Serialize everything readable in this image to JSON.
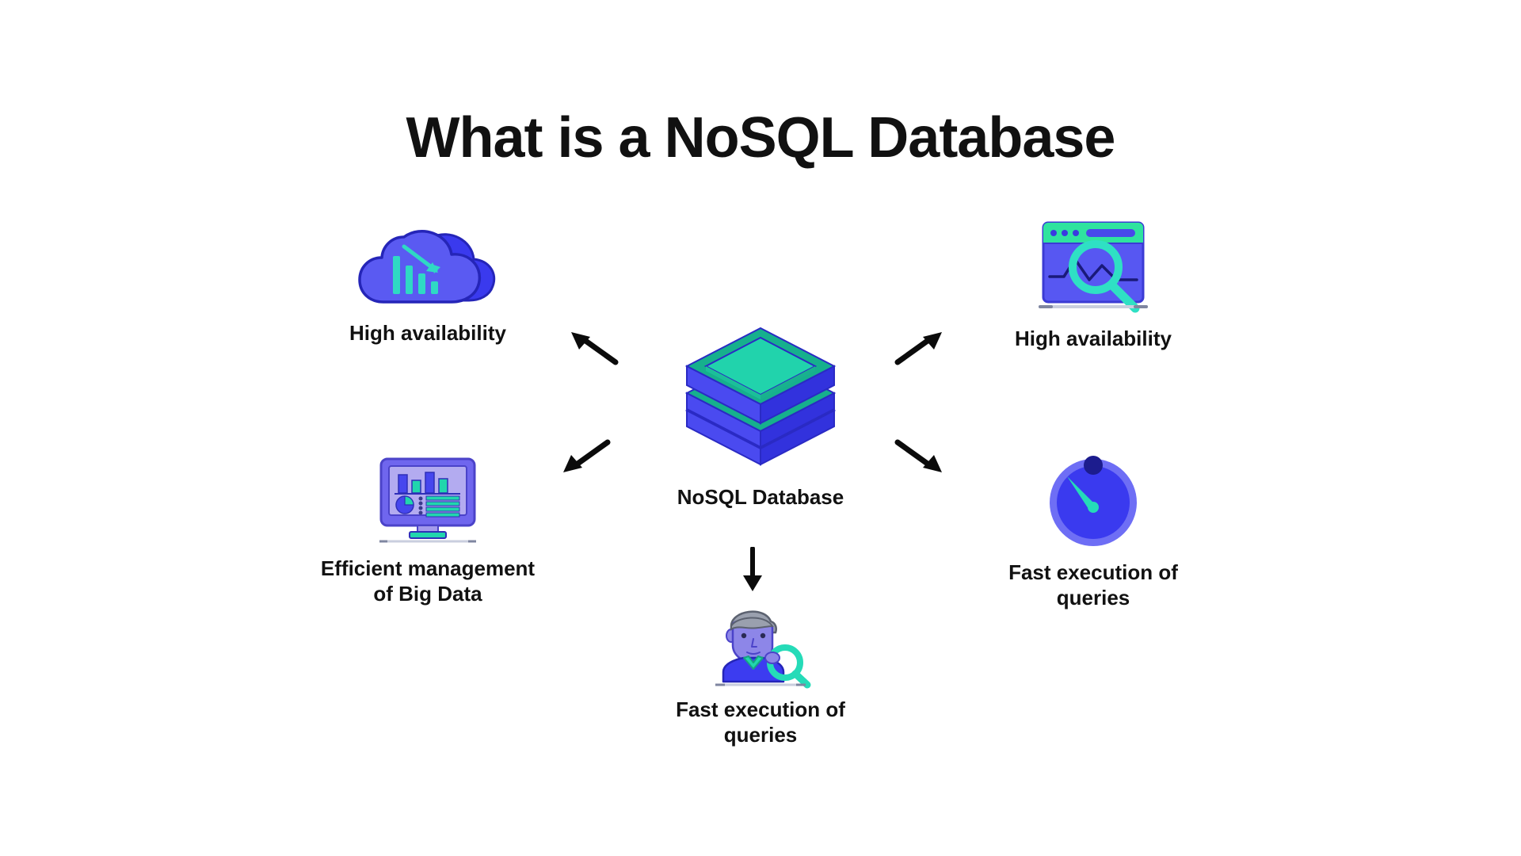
{
  "title": "What is a NoSQL Database",
  "center": {
    "label": "NoSQL Database",
    "icon": "database-stack-icon"
  },
  "nodes": [
    {
      "id": "cloud",
      "icon": "cloud-analytics-icon",
      "label": "High availability",
      "position": "top-left"
    },
    {
      "id": "browser",
      "icon": "browser-search-analytics-icon",
      "label": "High availability",
      "position": "top-right"
    },
    {
      "id": "monitor",
      "icon": "monitor-dashboard-icon",
      "label": "Efficient management\nof Big Data",
      "position": "middle-left"
    },
    {
      "id": "gauge",
      "icon": "speedometer-gauge-icon",
      "label": "Fast execution of\nqueries",
      "position": "middle-right"
    },
    {
      "id": "person",
      "icon": "person-magnifier-icon",
      "label": "Fast execution of\nqueries",
      "position": "bottom-center"
    }
  ],
  "arrows": [
    {
      "id": "up-left",
      "direction": "up-left"
    },
    {
      "id": "down-left",
      "direction": "down-left"
    },
    {
      "id": "up-right",
      "direction": "up-right"
    },
    {
      "id": "down-right",
      "direction": "down-right"
    },
    {
      "id": "down",
      "direction": "down"
    }
  ],
  "colors": {
    "background": "#ffffff",
    "text": "#111111",
    "blue_light": "#5b5bf0",
    "blue": "#3a3ae8",
    "blue_dark": "#2b2bd6",
    "periwinkle": "#6c63e8",
    "teal": "#1fd6b2",
    "teal_dark": "#14b795",
    "green": "#18cfa0",
    "navy": "#1a1a66",
    "gray": "#9aa0b5",
    "purple_light": "#8d86e8"
  }
}
